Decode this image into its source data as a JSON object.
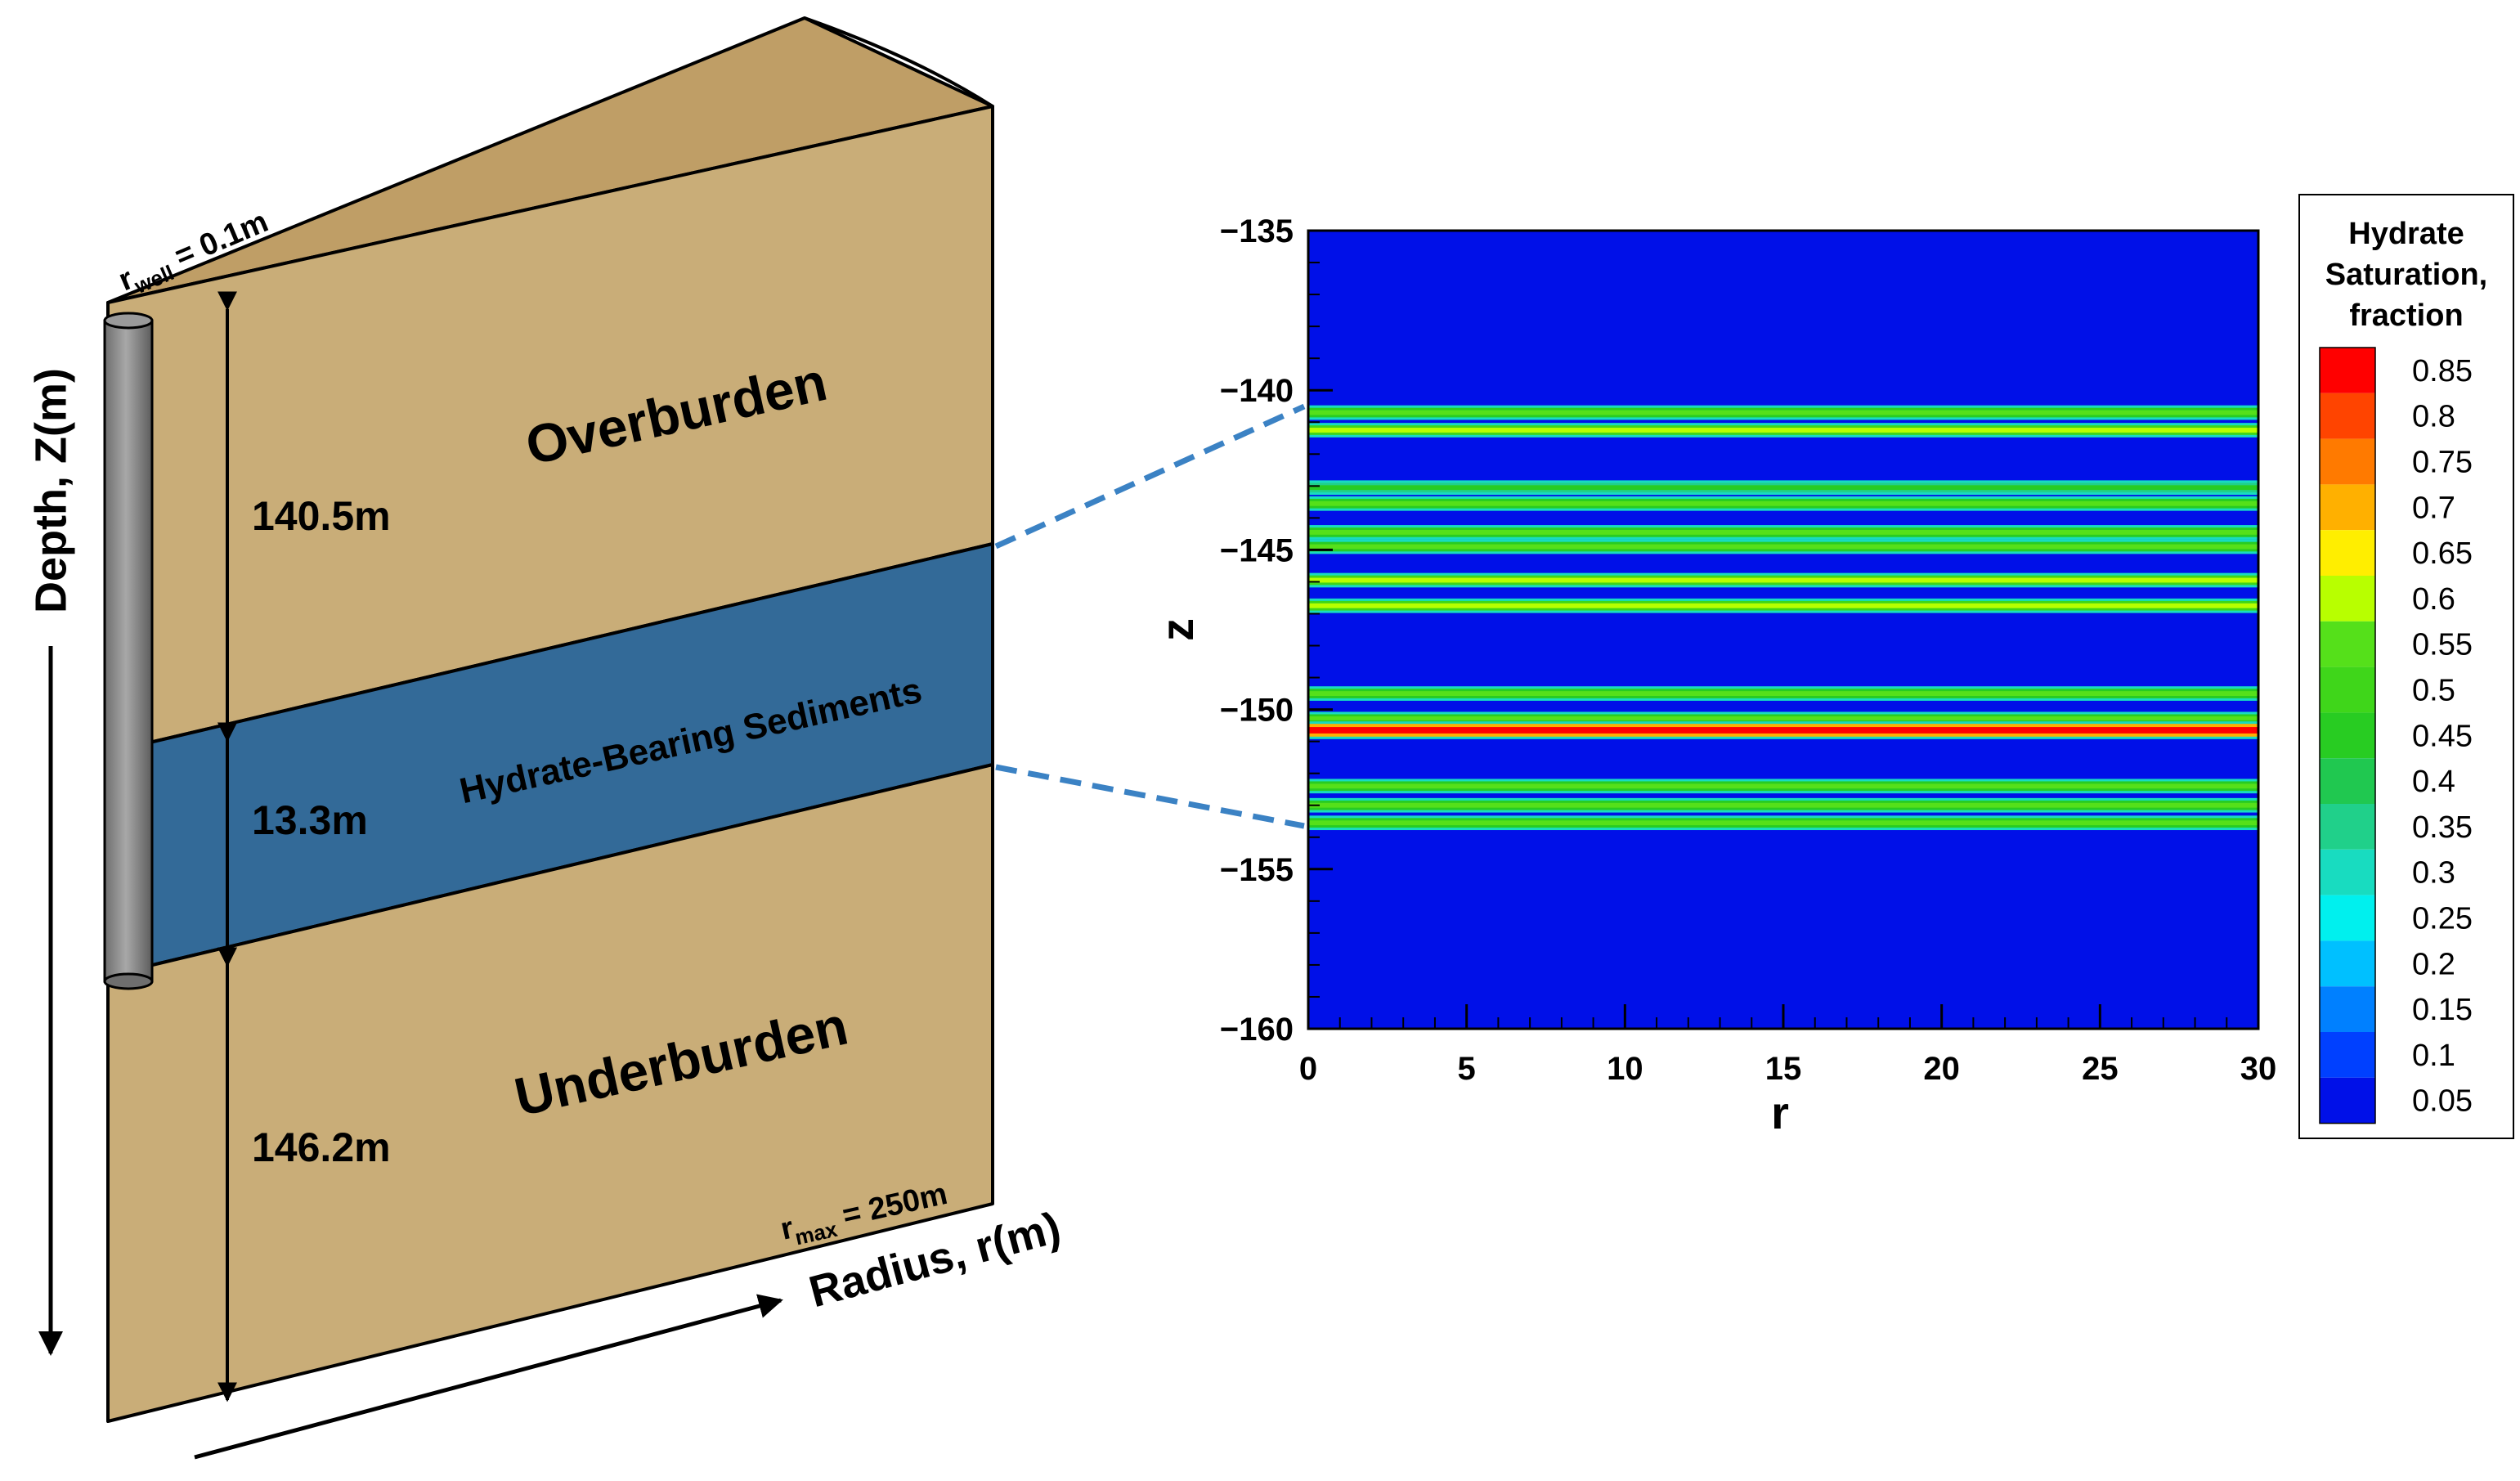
{
  "diagram": {
    "dimensions": {
      "overburden": "140.5m",
      "hbs": "13.3m",
      "underburden": "146.2m"
    },
    "layers": {
      "overburden": "Overburden",
      "hbs": "Hydrate-Bearing Sediments",
      "underburden": "Underburden"
    },
    "r_well": {
      "symbol": "r",
      "subscript": "well",
      "value": " = 0.1m"
    },
    "r_max": {
      "symbol": "r",
      "subscript": "max",
      "value": " = 250m"
    },
    "depth_axis": "Depth, Z(m)",
    "radius_axis": "Radius, r(m)",
    "colors": {
      "sediment": "#c9ad78",
      "top_face": "#bf9e66",
      "hbs_layer": "#336a98",
      "well": "#8c8c8c",
      "connector": "#3b82c4"
    }
  },
  "chart_data": {
    "type": "heatmap",
    "xlabel": "r",
    "ylabel": "z",
    "xlim": [
      0,
      30
    ],
    "ylim": [
      -160,
      -135
    ],
    "xticks": [
      "0",
      "5",
      "10",
      "15",
      "20",
      "25",
      "30"
    ],
    "yticks": [
      "-135",
      "-140",
      "-145",
      "-150",
      "-155",
      "-160"
    ],
    "background_saturation": 0.05,
    "bands": [
      {
        "z_top": -140.55,
        "z_bottom": -140.85,
        "saturation": 0.55
      },
      {
        "z_top": -141.1,
        "z_bottom": -141.4,
        "saturation": 0.6
      },
      {
        "z_top": -142.9,
        "z_bottom": -143.2,
        "saturation": 0.45
      },
      {
        "z_top": -143.4,
        "z_bottom": -143.7,
        "saturation": 0.55
      },
      {
        "z_top": -144.3,
        "z_bottom": -144.6,
        "saturation": 0.55
      },
      {
        "z_top": -144.75,
        "z_bottom": -145.05,
        "saturation": 0.55
      },
      {
        "z_top": -145.8,
        "z_bottom": -146.1,
        "saturation": 0.6
      },
      {
        "z_top": -146.6,
        "z_bottom": -146.9,
        "saturation": 0.6
      },
      {
        "z_top": -149.35,
        "z_bottom": -149.65,
        "saturation": 0.55
      },
      {
        "z_top": -150.15,
        "z_bottom": -150.4,
        "saturation": 0.55
      },
      {
        "z_top": -150.45,
        "z_bottom": -150.85,
        "saturation": 0.85
      },
      {
        "z_top": -152.25,
        "z_bottom": -152.55,
        "saturation": 0.55
      },
      {
        "z_top": -152.85,
        "z_bottom": -153.15,
        "saturation": 0.55
      },
      {
        "z_top": -153.4,
        "z_bottom": -153.7,
        "saturation": 0.55
      }
    ],
    "legend": {
      "title_lines": [
        "Hydrate",
        "Saturation,",
        "fraction"
      ],
      "levels": [
        "0.85",
        "0.8",
        "0.75",
        "0.7",
        "0.65",
        "0.6",
        "0.55",
        "0.5",
        "0.45",
        "0.4",
        "0.35",
        "0.3",
        "0.25",
        "0.2",
        "0.15",
        "0.1",
        "0.05"
      ],
      "colors": [
        "#ff0000",
        "#ff4400",
        "#ff7a00",
        "#ffb000",
        "#ffee00",
        "#b8ff00",
        "#55e01a",
        "#3fd61a",
        "#28cc22",
        "#20c850",
        "#20d08a",
        "#18dcc0",
        "#00f0ee",
        "#00c0ff",
        "#0080ff",
        "#0040ff",
        "#0010e8"
      ]
    }
  }
}
